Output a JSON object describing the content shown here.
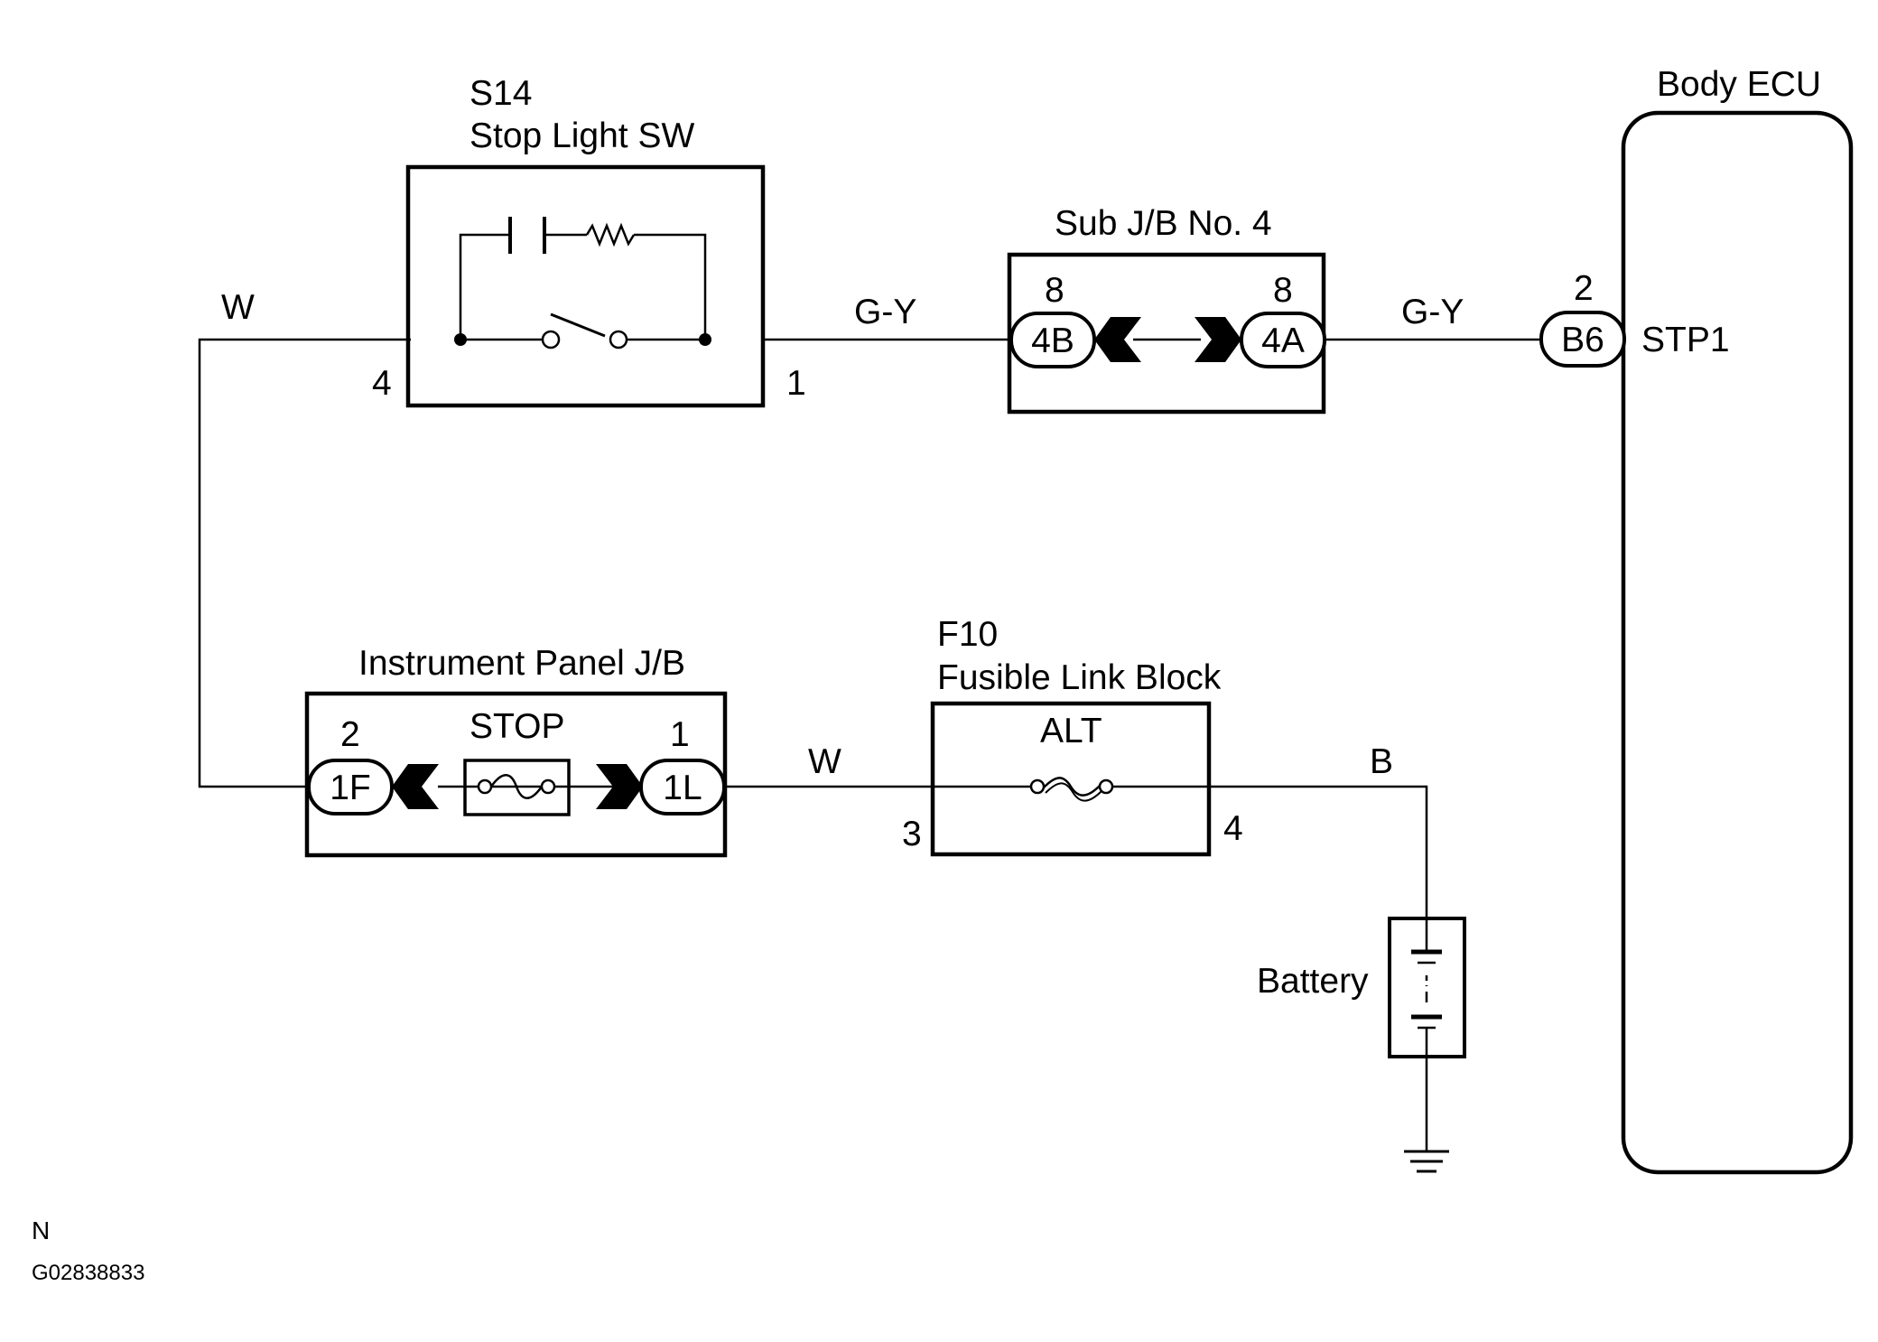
{
  "stop_light_switch": {
    "code": "S14",
    "name": "Stop Light SW",
    "pin_left": "4",
    "pin_right": "1"
  },
  "sub_jb": {
    "name": "Sub J/B No. 4",
    "left_pin": "8",
    "left_connector": "4B",
    "right_pin": "8",
    "right_connector": "4A"
  },
  "body_ecu": {
    "name": "Body ECU",
    "pin": "2",
    "connector": "B6",
    "terminal": "STP1"
  },
  "instrument_panel_jb": {
    "name": "Instrument Panel J/B",
    "left_pin": "2",
    "left_connector": "1F",
    "fuse": "STOP",
    "right_pin": "1",
    "right_connector": "1L"
  },
  "fusible_link_block": {
    "code": "F10",
    "name": "Fusible Link Block",
    "fuse": "ALT",
    "pin_left": "3",
    "pin_right": "4"
  },
  "battery": {
    "name": "Battery"
  },
  "wires": {
    "w_top": "W",
    "gy_1": "G-Y",
    "gy_2": "G-Y",
    "w_bottom": "W",
    "b": "B"
  },
  "footer": {
    "letter": "N",
    "figure_id": "G02838833"
  }
}
